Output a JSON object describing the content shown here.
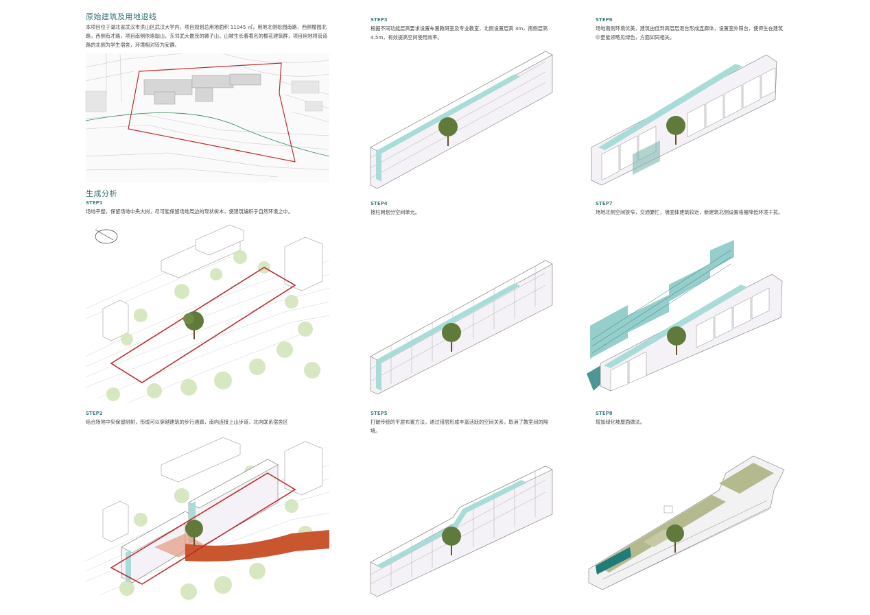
{
  "site": {
    "title": "原始建筑及用地退线",
    "desc": "本项目位于湖北省武汉市洪山区武汉大学内，项目规划总用地面积 11045 ㎡，用地北侧松园南路，西侧樱园北路，西侧有才路，项目南侧依珞珈山，东邻武大最茂的狮子山，山坡生长着著名的樱花建筑群，项目用地将管道路的北侧为学生宿舍，环境相对较为安静。"
  },
  "analysis": {
    "title": "生成分析"
  },
  "steps": [
    {
      "label": "STEP1",
      "desc": "场地平整，保留场地中央大树，尽可能保留场地周边的现状树木，使建筑编织于自然环境之中。"
    },
    {
      "label": "STEP2",
      "desc": "结合场地中央保留树树，形成可以穿越建筑的步行通廊，南向连接上山步道，北向联系宿舍区"
    },
    {
      "label": "STEP3",
      "desc": "根据不同功能层高要求设置布置教研室及专业教室，北侧设置层高 3m，南侧层高 4.5m，有效提高空间使用效率。"
    },
    {
      "label": "STEP4",
      "desc": "按柱网划分空间单元。"
    },
    {
      "label": "STEP5",
      "desc": "打破传统的平层布置方法，通过错层形成丰富活跃的空间关系，取消了教室间的隔墙。"
    },
    {
      "label": "STEP6",
      "desc": "场地南侧环境优美，建筑由低到高层层退台形成连廊体，设置室外阳台，使师生在建筑中更能领略见绿色，方面如同相关。"
    },
    {
      "label": "STEP7",
      "desc": "场地北侧空间狭窄，交通繁忙，墙面体建筑较近，新建筑北侧设置格栅降低环境干扰。"
    },
    {
      "label": "STEP8",
      "desc": "增加绿化坡屋面做法。"
    }
  ]
}
